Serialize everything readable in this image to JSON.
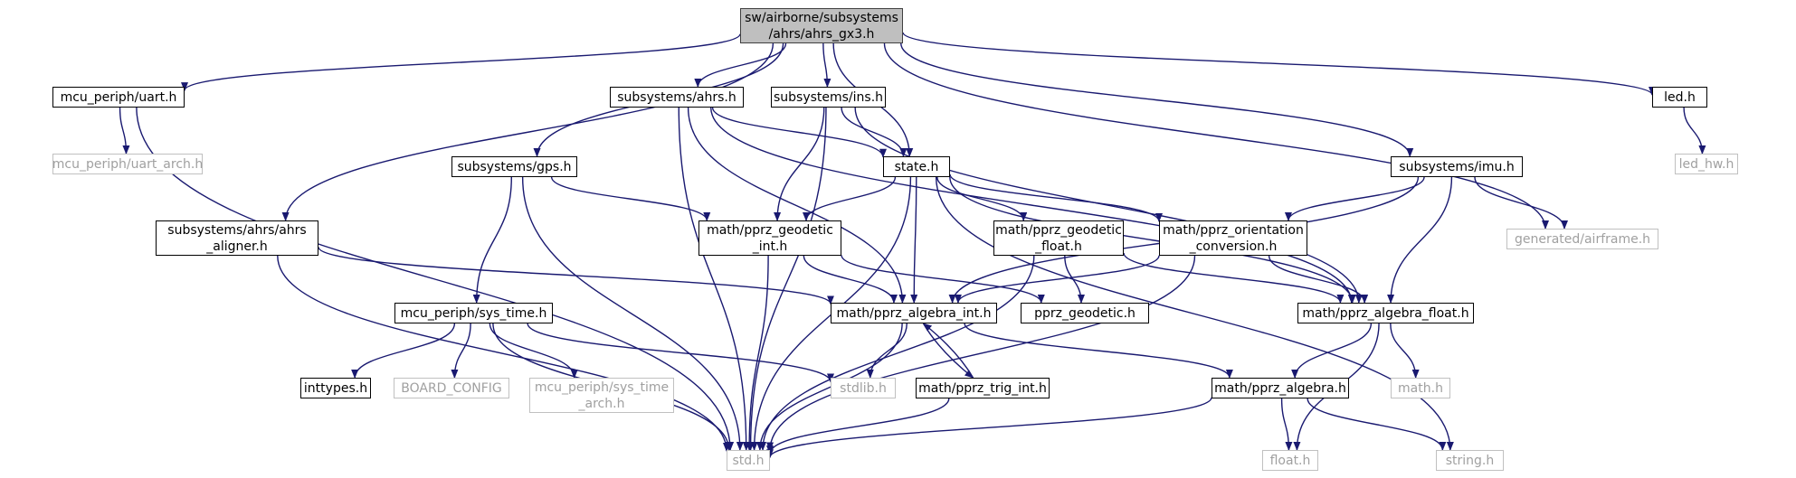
{
  "colors": {
    "edge": "#191970",
    "root_fill": "#bfbfbf",
    "external_border": "#c0c0c0",
    "external_text": "#a0a0a0"
  },
  "nodes": [
    {
      "id": "ahrs_gx3",
      "label": "sw/airborne/subsystems\n/ahrs/ahrs_gx3.h",
      "kind": "root"
    },
    {
      "id": "uart",
      "label": "mcu_periph/uart.h",
      "kind": "file"
    },
    {
      "id": "ahrs",
      "label": "subsystems/ahrs.h",
      "kind": "file"
    },
    {
      "id": "ins",
      "label": "subsystems/ins.h",
      "kind": "file"
    },
    {
      "id": "led",
      "label": "led.h",
      "kind": "file"
    },
    {
      "id": "uart_arch",
      "label": "mcu_periph/uart_arch.h",
      "kind": "external"
    },
    {
      "id": "led_hw",
      "label": "led_hw.h",
      "kind": "external"
    },
    {
      "id": "gps",
      "label": "subsystems/gps.h",
      "kind": "file"
    },
    {
      "id": "state",
      "label": "state.h",
      "kind": "file"
    },
    {
      "id": "imu",
      "label": "subsystems/imu.h",
      "kind": "file"
    },
    {
      "id": "ahrs_aligner",
      "label": "subsystems/ahrs/ahrs\n_aligner.h",
      "kind": "file"
    },
    {
      "id": "geodetic_int",
      "label": "math/pprz_geodetic\n_int.h",
      "kind": "file"
    },
    {
      "id": "geodetic_float",
      "label": "math/pprz_geodetic\n_float.h",
      "kind": "file"
    },
    {
      "id": "orientation",
      "label": "math/pprz_orientation\n_conversion.h",
      "kind": "file"
    },
    {
      "id": "airframe",
      "label": "generated/airframe.h",
      "kind": "external"
    },
    {
      "id": "sys_time",
      "label": "mcu_periph/sys_time.h",
      "kind": "file"
    },
    {
      "id": "algebra_int",
      "label": "math/pprz_algebra_int.h",
      "kind": "file"
    },
    {
      "id": "pprz_geodetic",
      "label": "pprz_geodetic.h",
      "kind": "file"
    },
    {
      "id": "algebra_float",
      "label": "math/pprz_algebra_float.h",
      "kind": "file"
    },
    {
      "id": "inttypes",
      "label": "inttypes.h",
      "kind": "file"
    },
    {
      "id": "board_config",
      "label": "BOARD_CONFIG",
      "kind": "external"
    },
    {
      "id": "sys_time_arch",
      "label": "mcu_periph/sys_time\n_arch.h",
      "kind": "external"
    },
    {
      "id": "stdlib",
      "label": "stdlib.h",
      "kind": "external"
    },
    {
      "id": "trig_int",
      "label": "math/pprz_trig_int.h",
      "kind": "file"
    },
    {
      "id": "algebra",
      "label": "math/pprz_algebra.h",
      "kind": "file"
    },
    {
      "id": "math",
      "label": "math.h",
      "kind": "external"
    },
    {
      "id": "std",
      "label": "std.h",
      "kind": "external"
    },
    {
      "id": "float",
      "label": "float.h",
      "kind": "external"
    },
    {
      "id": "string",
      "label": "string.h",
      "kind": "external"
    }
  ],
  "edges": [
    [
      "ahrs_gx3",
      "uart"
    ],
    [
      "ahrs_gx3",
      "ahrs"
    ],
    [
      "ahrs_gx3",
      "ins"
    ],
    [
      "ahrs_gx3",
      "led"
    ],
    [
      "ahrs_gx3",
      "gps"
    ],
    [
      "ahrs_gx3",
      "ahrs_aligner"
    ],
    [
      "ahrs_gx3",
      "state"
    ],
    [
      "ahrs_gx3",
      "imu"
    ],
    [
      "ahrs_gx3",
      "airframe"
    ],
    [
      "uart",
      "uart_arch"
    ],
    [
      "uart",
      "std"
    ],
    [
      "led",
      "led_hw"
    ],
    [
      "ahrs",
      "state"
    ],
    [
      "ahrs",
      "std"
    ],
    [
      "ahrs",
      "algebra_int"
    ],
    [
      "ahrs",
      "algebra_float"
    ],
    [
      "ins",
      "state"
    ],
    [
      "ins",
      "geodetic_int"
    ],
    [
      "ins",
      "std"
    ],
    [
      "ins",
      "algebra_float"
    ],
    [
      "gps",
      "geodetic_int"
    ],
    [
      "gps",
      "sys_time"
    ],
    [
      "gps",
      "std"
    ],
    [
      "state",
      "geodetic_int"
    ],
    [
      "state",
      "geodetic_float"
    ],
    [
      "state",
      "orientation"
    ],
    [
      "state",
      "algebra_int"
    ],
    [
      "state",
      "algebra_float"
    ],
    [
      "state",
      "std"
    ],
    [
      "state",
      "string"
    ],
    [
      "imu",
      "algebra_int"
    ],
    [
      "imu",
      "orientation"
    ],
    [
      "imu",
      "algebra_float"
    ],
    [
      "imu",
      "airframe"
    ],
    [
      "ahrs_aligner",
      "algebra_int"
    ],
    [
      "ahrs_aligner",
      "std"
    ],
    [
      "geodetic_int",
      "algebra_int"
    ],
    [
      "geodetic_int",
      "pprz_geodetic"
    ],
    [
      "geodetic_int",
      "std"
    ],
    [
      "geodetic_float",
      "pprz_geodetic"
    ],
    [
      "geodetic_float",
      "algebra_float"
    ],
    [
      "geodetic_float",
      "std"
    ],
    [
      "orientation",
      "algebra_int"
    ],
    [
      "orientation",
      "algebra_float"
    ],
    [
      "orientation",
      "std"
    ],
    [
      "sys_time",
      "inttypes"
    ],
    [
      "sys_time",
      "board_config"
    ],
    [
      "sys_time",
      "sys_time_arch"
    ],
    [
      "sys_time",
      "stdlib"
    ],
    [
      "sys_time",
      "std"
    ],
    [
      "algebra_int",
      "stdlib"
    ],
    [
      "algebra_int",
      "trig_int"
    ],
    [
      "algebra_int",
      "algebra"
    ],
    [
      "algebra_int",
      "std"
    ],
    [
      "trig_int",
      "algebra_int"
    ],
    [
      "trig_int",
      "std"
    ],
    [
      "algebra_float",
      "algebra"
    ],
    [
      "algebra_float",
      "math"
    ],
    [
      "algebra_float",
      "float"
    ],
    [
      "algebra",
      "float"
    ],
    [
      "algebra",
      "string"
    ],
    [
      "algebra",
      "std"
    ]
  ]
}
